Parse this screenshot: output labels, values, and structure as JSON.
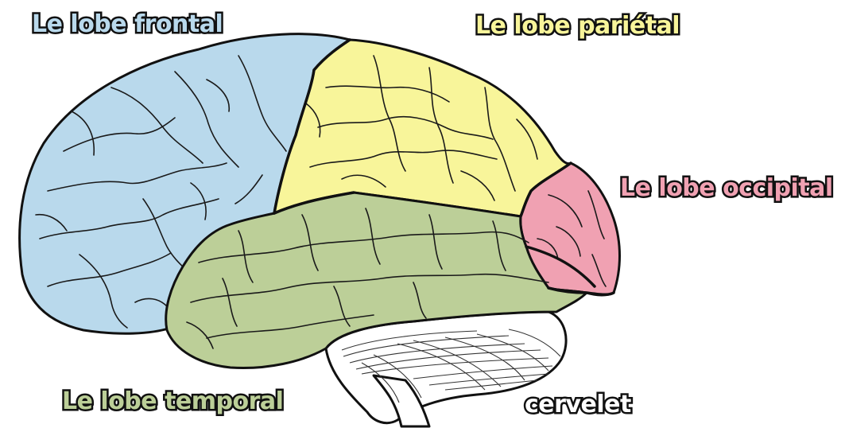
{
  "labels": {
    "frontal": "Le lobe frontal",
    "parietal": "Le lobe pariétal",
    "occipital": "Le lobe occipital",
    "temporal": "Le lobe temporal",
    "cerebellum": "cervelet"
  },
  "colors": {
    "frontal": "#b9d9ec",
    "parietal": "#f8f59a",
    "occipital": "#f0a1b2",
    "temporal": "#bccf98",
    "cerebellum": "#ffffff",
    "outline": "#111111"
  },
  "label_colors": {
    "frontal": "#b9d9ec",
    "parietal": "#f8f59a",
    "occipital": "#f0a1b2",
    "temporal": "#bccf98",
    "cerebellum": "#ffffff"
  }
}
